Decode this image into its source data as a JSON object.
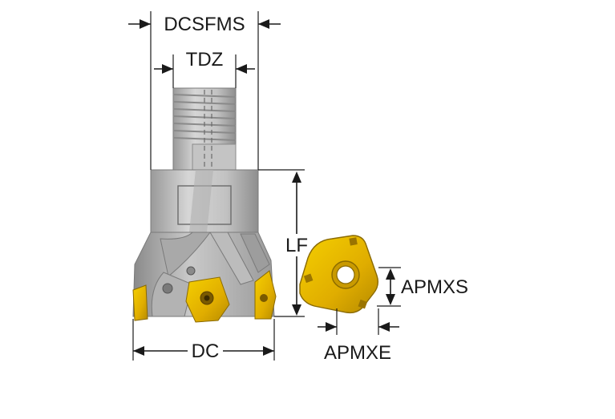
{
  "labels": {
    "dcsfms": "DCSFMS",
    "tdz": "TDZ",
    "lf": "LF",
    "apmxs": "APMXS",
    "apmxe": "APMXE",
    "dc": "DC"
  },
  "colors": {
    "steel_light": "#d4d4d4",
    "steel_mid": "#b7b7b7",
    "steel_dark": "#8f8f8f",
    "insert_gold": "#e8b800",
    "insert_gold_dark": "#b58a00",
    "line": "#1a1a1a"
  }
}
